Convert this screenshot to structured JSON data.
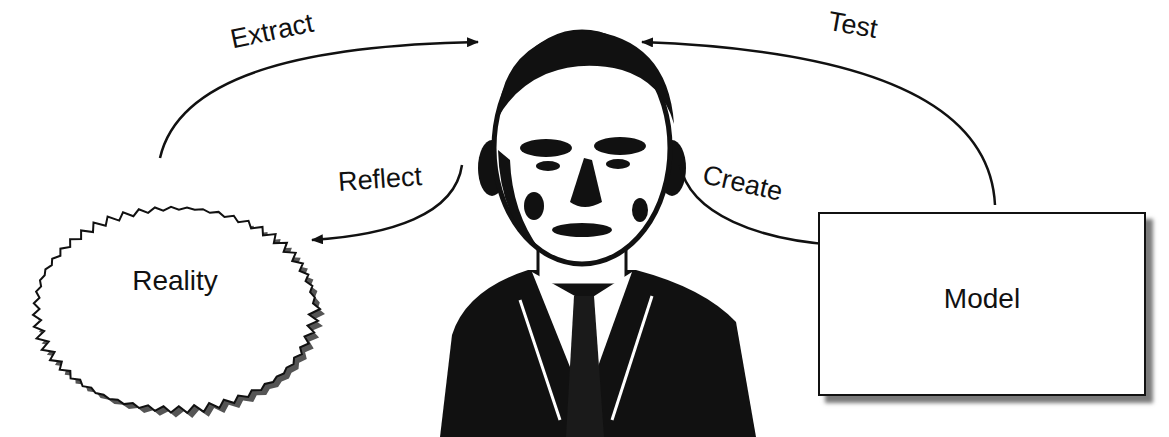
{
  "diagram": {
    "nodes": [
      {
        "text": [
          "Reality"
        ]
      },
      {
        "text": [
          "Model"
        ]
      }
    ],
    "labels": [
      "Extract",
      "Test",
      "Reflect",
      "Create"
    ]
  }
}
